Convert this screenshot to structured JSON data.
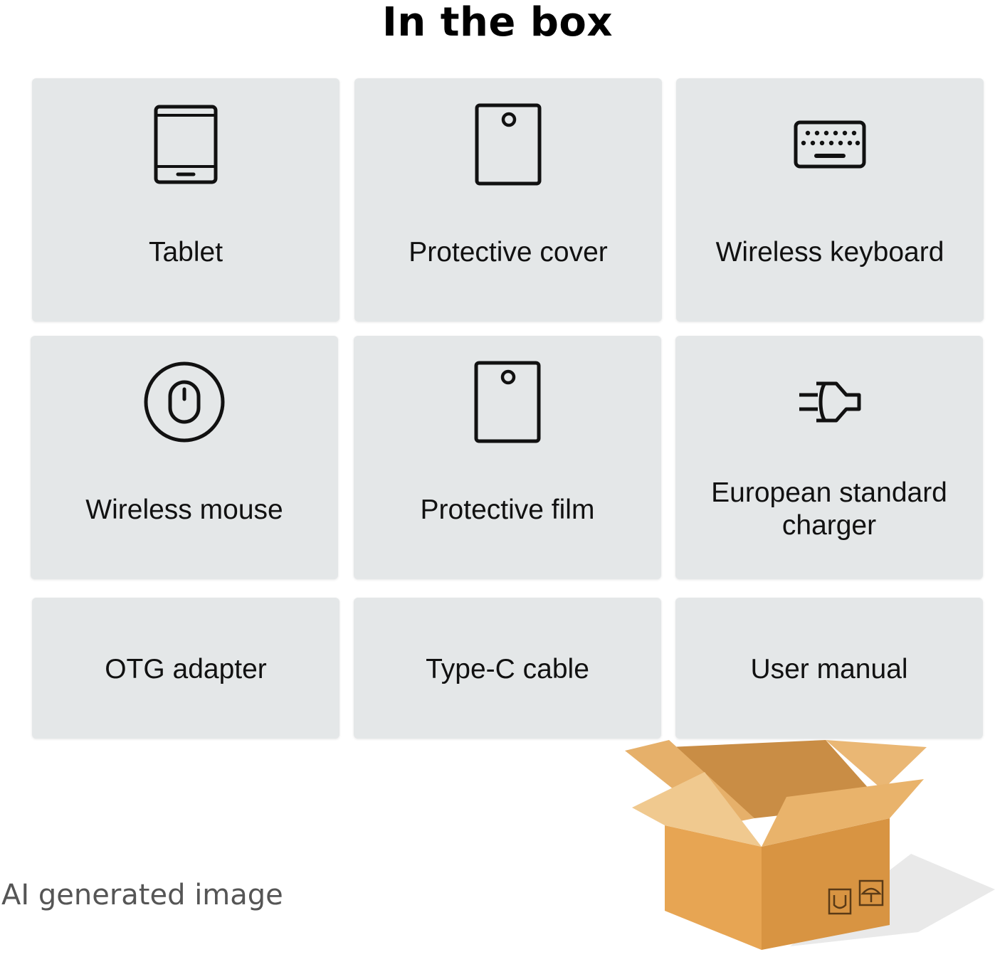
{
  "title": "In the box",
  "items": [
    {
      "label": "Tablet",
      "icon": "tablet-icon"
    },
    {
      "label": "Protective cover",
      "icon": "protective-cover-icon"
    },
    {
      "label": "Wireless keyboard",
      "icon": "keyboard-icon"
    },
    {
      "label": "Wireless mouse",
      "icon": "mouse-icon"
    },
    {
      "label": "Protective film",
      "icon": "protective-film-icon"
    },
    {
      "label": "European standard charger",
      "icon": "plug-icon"
    },
    {
      "label": "OTG adapter"
    },
    {
      "label": "Type-C cable"
    },
    {
      "label": "User manual"
    }
  ],
  "footer_note": "AI generated image",
  "colors": {
    "card_background": "#e4e7e8",
    "box_light": "#f0c788",
    "box_mid": "#e8a452",
    "box_dark": "#c9853a"
  }
}
